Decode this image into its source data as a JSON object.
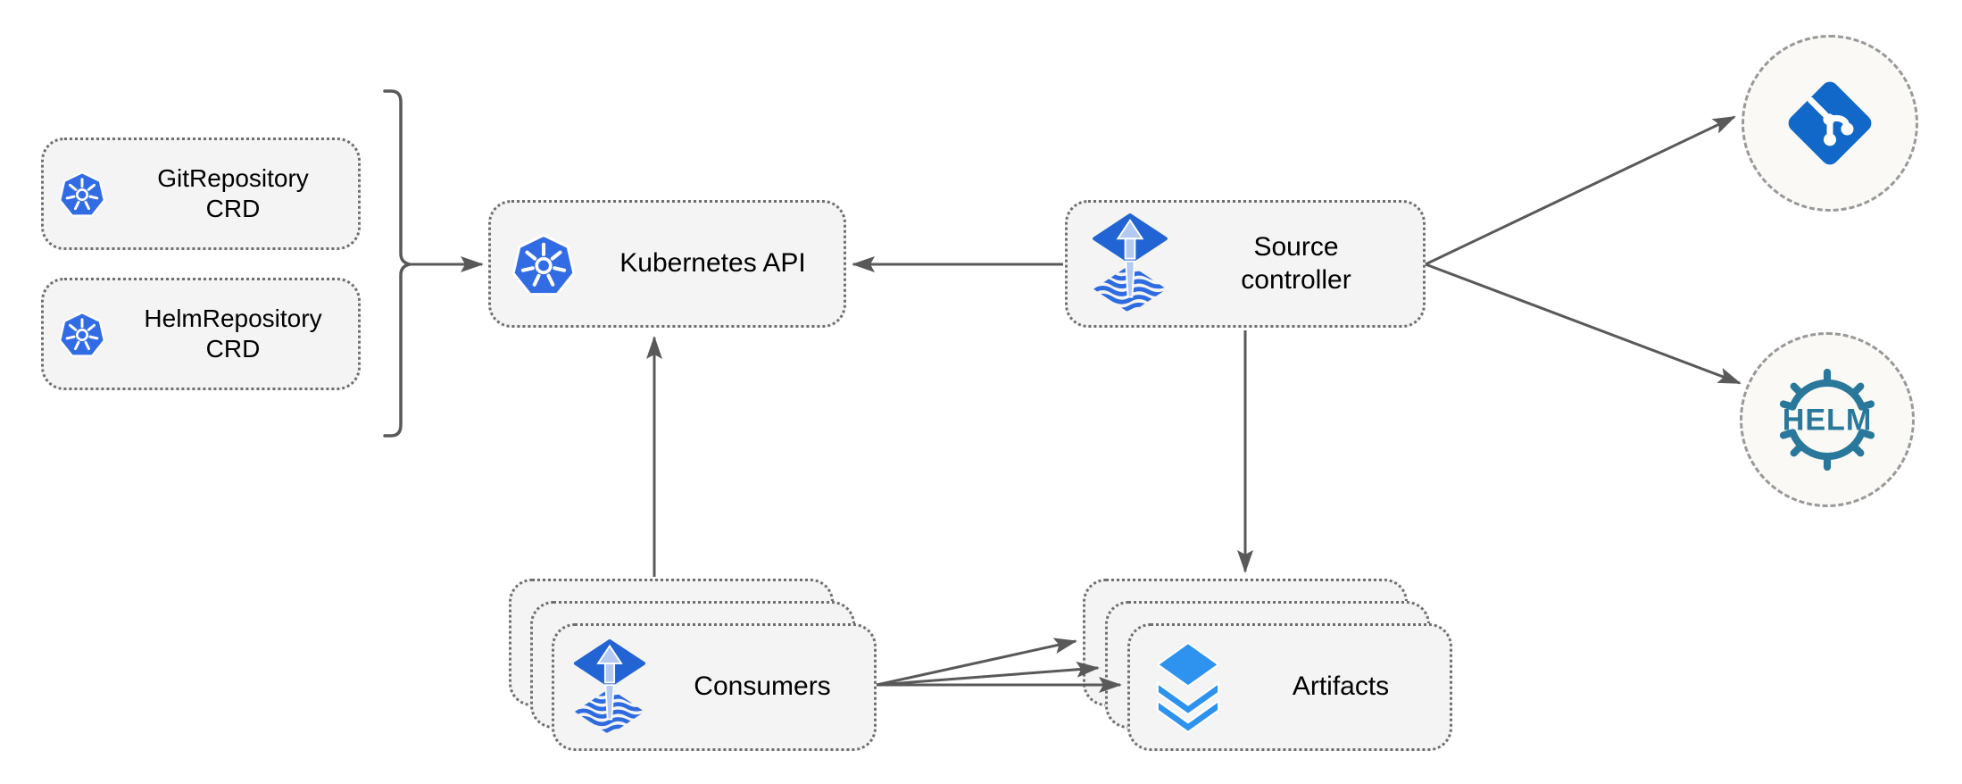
{
  "nodes": {
    "git_repository_crd": {
      "label": "GitRepository CRD",
      "icon": "kubernetes-icon"
    },
    "helm_repository_crd": {
      "label": "HelmRepository CRD",
      "icon": "kubernetes-icon"
    },
    "kubernetes_api": {
      "label": "Kubernetes API",
      "icon": "kubernetes-icon"
    },
    "source_controller": {
      "label": "Source controller",
      "icon": "flux-icon"
    },
    "consumers": {
      "label": "Consumers",
      "icon": "flux-icon",
      "stack_count": 3
    },
    "artifacts": {
      "label": "Artifacts",
      "icon": "layers-icon",
      "stack_count": 3
    },
    "git_remote": {
      "label": "",
      "icon": "git-icon"
    },
    "helm_remote": {
      "label": "HELM",
      "icon": "helm-icon"
    }
  },
  "edges": [
    {
      "from": "git_repository_crd + helm_repository_crd",
      "to": "kubernetes_api",
      "style": "brace-then-arrow"
    },
    {
      "from": "source_controller",
      "to": "kubernetes_api"
    },
    {
      "from": "consumers",
      "to": "kubernetes_api"
    },
    {
      "from": "source_controller",
      "to": "artifacts"
    },
    {
      "from": "consumers",
      "to": "artifacts",
      "lines": 3
    },
    {
      "from": "source_controller",
      "to": "git_remote"
    },
    {
      "from": "source_controller",
      "to": "helm_remote"
    }
  ],
  "colors": {
    "kubernetes_blue": "#326CE5",
    "flux_blue": "#2264D3",
    "flux_arrow_light": "#B4CAF0",
    "flux_wave_blue": "#2E6BE0",
    "git_blue": "#1168C9",
    "layers_blue": "#2D93EF",
    "helm_teal": "#29789B",
    "edge_gray": "#595959",
    "node_fill": "#F4F4F4",
    "endpoint_fill": "#FAF9F5"
  }
}
